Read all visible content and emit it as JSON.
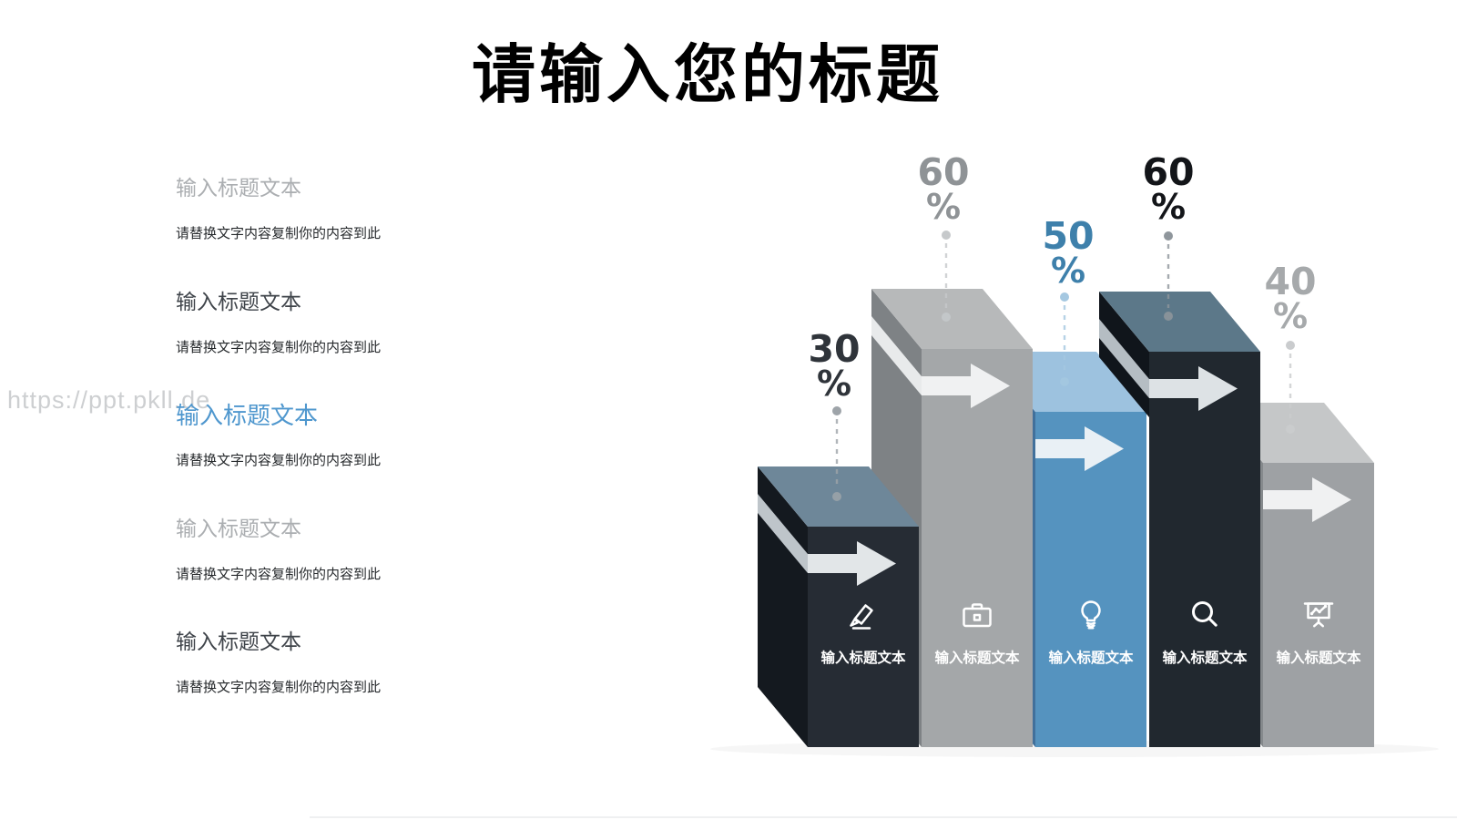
{
  "title": "请输入您的标题",
  "watermark": "https://ppt.pkll.de",
  "left_panel": {
    "items": [
      {
        "heading": "输入标题文本",
        "body": "请替换文字内容复制你的内容到此",
        "variant": "muted"
      },
      {
        "heading": "输入标题文本",
        "body": "请替换文字内容复制你的内容到此",
        "variant": "dark"
      },
      {
        "heading": "输入标题文本",
        "body": "请替换文字内容复制你的内容到此",
        "variant": "accent"
      },
      {
        "heading": "输入标题文本",
        "body": "请替换文字内容复制你的内容到此",
        "variant": "muted"
      },
      {
        "heading": "输入标题文本",
        "body": "请替换文字内容复制你的内容到此",
        "variant": "dark"
      }
    ]
  },
  "chart_data": {
    "type": "bar",
    "style": "3d-isometric-columns",
    "unit": "%",
    "categories": [
      "输入标题文本",
      "输入标题文本",
      "输入标题文本",
      "输入标题文本",
      "输入标题文本"
    ],
    "values": [
      30,
      60,
      50,
      60,
      40
    ],
    "bars": [
      {
        "value": 30,
        "suffix": "%",
        "label": "输入标题文本",
        "icon": "marker-icon",
        "value_color": "#2F343A",
        "dot_color": "#9EA4A9",
        "colors": {
          "front": "#262C34",
          "side": "#14191F",
          "top": "#6E8799",
          "arrow": "#E2E6E8",
          "stripe": "#BEC5CA"
        }
      },
      {
        "value": 60,
        "suffix": "%",
        "label": "输入标题文本",
        "icon": "briefcase-icon",
        "value_color": "#8F9396",
        "dot_color": "#C6C9CB",
        "colors": {
          "front": "#A4A7A9",
          "side": "#7E8285",
          "top": "#B7B9BA",
          "arrow": "#F0F1F2",
          "stripe": "#E8EAEB"
        }
      },
      {
        "value": 50,
        "suffix": "%",
        "label": "输入标题文本",
        "icon": "lightbulb-icon",
        "value_color": "#3E80AB",
        "dot_color": "#A5C8E1",
        "colors": {
          "front": "#5593BF",
          "side": "#41709B",
          "top": "#9DC2DF",
          "arrow": "#E9F0F5",
          "stripe": "#E9F0F5"
        }
      },
      {
        "value": 60,
        "suffix": "%",
        "label": "输入标题文本",
        "icon": "magnifier-icon",
        "value_color": "#131519",
        "dot_color": "#8F969C",
        "colors": {
          "front": "#21282F",
          "side": "#10151B",
          "top": "#5C7889",
          "arrow": "#DDE2E5",
          "stripe": "#B5BDC3"
        }
      },
      {
        "value": 40,
        "suffix": "%",
        "label": "输入标题文本",
        "icon": "presentation-chart-icon",
        "value_color": "#A6A9AB",
        "dot_color": "#CACCCE",
        "colors": {
          "front": "#9EA1A4",
          "side": "#85898C",
          "top": "#C5C7C8",
          "arrow": "#F0F1F2",
          "stripe": "#E8EAEB"
        }
      }
    ],
    "legend": "none",
    "axes": "none"
  }
}
